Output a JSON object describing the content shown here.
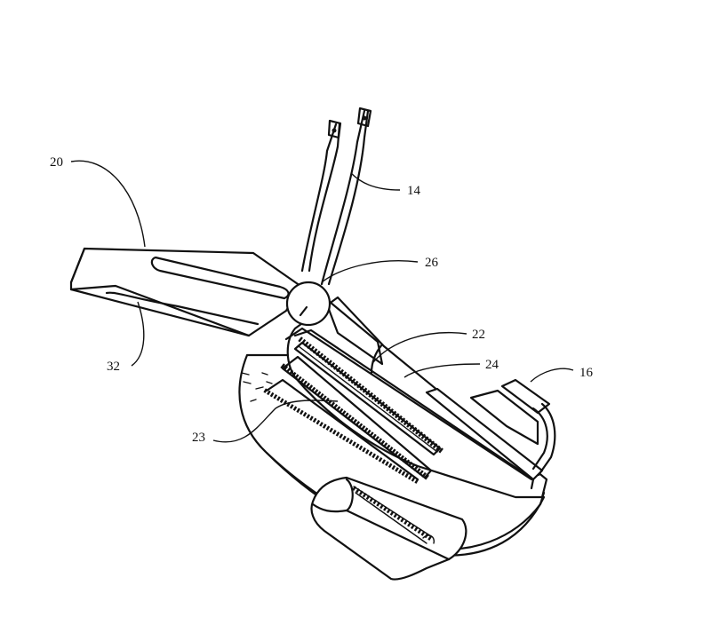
{
  "labels": {
    "l20": "20",
    "l14": "14",
    "l26": "26",
    "l22": "22",
    "l24": "24",
    "l16": "16",
    "l32": "32",
    "l23": "23"
  }
}
